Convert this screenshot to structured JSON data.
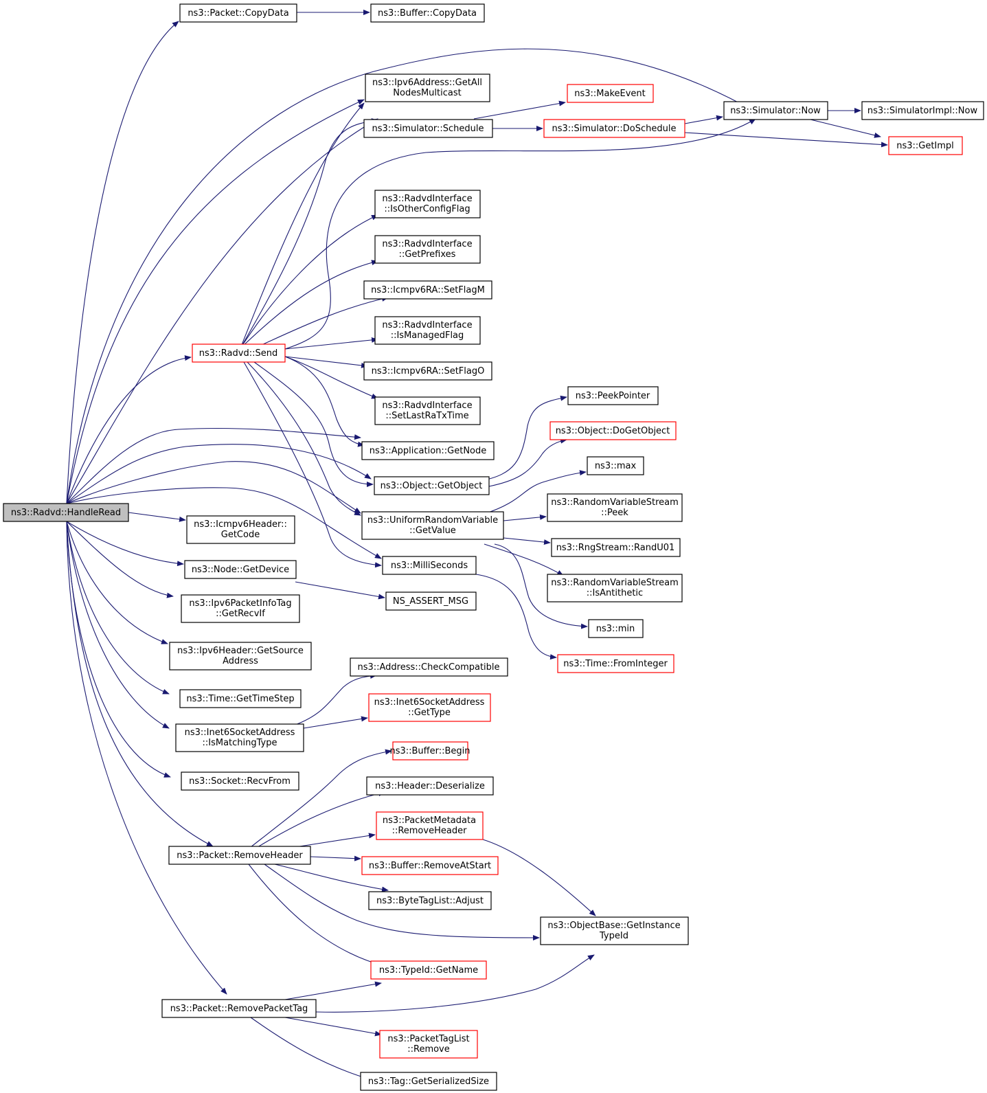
{
  "colors": {
    "edge": "#191970",
    "node_border": "#000000",
    "node_border_truncated": "#ff0000",
    "node_fill": "#ffffff",
    "root_fill": "#bfbfbf"
  },
  "nodes": [
    {
      "id": "handleRead",
      "lines": [
        "ns3::Radvd::HandleRead"
      ],
      "root": true
    },
    {
      "id": "copyData",
      "lines": [
        "ns3::Packet::CopyData"
      ]
    },
    {
      "id": "bufCopyData",
      "lines": [
        "ns3::Buffer::CopyData"
      ]
    },
    {
      "id": "getAllNodes",
      "lines": [
        "ns3::Ipv6Address::GetAll",
        "NodesMulticast"
      ]
    },
    {
      "id": "makeEvent",
      "lines": [
        "ns3::MakeEvent"
      ],
      "truncated": true
    },
    {
      "id": "schedule",
      "lines": [
        "ns3::Simulator::Schedule"
      ]
    },
    {
      "id": "doSchedule",
      "lines": [
        "ns3::Simulator::DoSchedule"
      ],
      "truncated": true
    },
    {
      "id": "simNow",
      "lines": [
        "ns3::Simulator::Now"
      ]
    },
    {
      "id": "implNow",
      "lines": [
        "ns3::SimulatorImpl::Now"
      ]
    },
    {
      "id": "getImpl",
      "lines": [
        "ns3::GetImpl"
      ],
      "truncated": true
    },
    {
      "id": "isOther",
      "lines": [
        "ns3::RadvdInterface",
        "::IsOtherConfigFlag"
      ]
    },
    {
      "id": "getPrefixes",
      "lines": [
        "ns3::RadvdInterface",
        "::GetPrefixes"
      ]
    },
    {
      "id": "setFlagM",
      "lines": [
        "ns3::Icmpv6RA::SetFlagM"
      ]
    },
    {
      "id": "isManaged",
      "lines": [
        "ns3::RadvdInterface",
        "::IsManagedFlag"
      ]
    },
    {
      "id": "send",
      "lines": [
        "ns3::Radvd::Send"
      ],
      "truncated": true
    },
    {
      "id": "setFlagO",
      "lines": [
        "ns3::Icmpv6RA::SetFlagO"
      ]
    },
    {
      "id": "setLastRa",
      "lines": [
        "ns3::RadvdInterface",
        "::SetLastRaTxTime"
      ]
    },
    {
      "id": "peekPointer",
      "lines": [
        "ns3::PeekPointer"
      ]
    },
    {
      "id": "doGetObject",
      "lines": [
        "ns3::Object::DoGetObject"
      ],
      "truncated": true
    },
    {
      "id": "appGetNode",
      "lines": [
        "ns3::Application::GetNode"
      ]
    },
    {
      "id": "max",
      "lines": [
        "ns3::max"
      ]
    },
    {
      "id": "getObject",
      "lines": [
        "ns3::Object::GetObject"
      ]
    },
    {
      "id": "rvsPeek",
      "lines": [
        "ns3::RandomVariableStream",
        "::Peek"
      ]
    },
    {
      "id": "urvGetValue",
      "lines": [
        "ns3::UniformRandomVariable",
        "::GetValue"
      ]
    },
    {
      "id": "icmpGetCode",
      "lines": [
        "ns3::Icmpv6Header::",
        "GetCode"
      ]
    },
    {
      "id": "randU01",
      "lines": [
        "ns3::RngStream::RandU01"
      ]
    },
    {
      "id": "milliSeconds",
      "lines": [
        "ns3::MilliSeconds"
      ]
    },
    {
      "id": "nodeGetDevice",
      "lines": [
        "ns3::Node::GetDevice"
      ]
    },
    {
      "id": "isAntithetic",
      "lines": [
        "ns3::RandomVariableStream",
        "::IsAntithetic"
      ]
    },
    {
      "id": "nsAssert",
      "lines": [
        "NS_ASSERT_MSG"
      ]
    },
    {
      "id": "getRecvIf",
      "lines": [
        "ns3::Ipv6PacketInfoTag",
        "::GetRecvIf"
      ]
    },
    {
      "id": "min",
      "lines": [
        "ns3::min"
      ]
    },
    {
      "id": "getSourceAddr",
      "lines": [
        "ns3::Ipv6Header::GetSource",
        "Address"
      ]
    },
    {
      "id": "fromInteger",
      "lines": [
        "ns3::Time::FromInteger"
      ],
      "truncated": true
    },
    {
      "id": "checkCompat",
      "lines": [
        "ns3::Address::CheckCompatible"
      ]
    },
    {
      "id": "getTimeStep",
      "lines": [
        "ns3::Time::GetTimeStep"
      ]
    },
    {
      "id": "inet6GetType",
      "lines": [
        "ns3::Inet6SocketAddress",
        "::GetType"
      ],
      "truncated": true
    },
    {
      "id": "isMatching",
      "lines": [
        "ns3::Inet6SocketAddress",
        "::IsMatchingType"
      ]
    },
    {
      "id": "bufBegin",
      "lines": [
        "ns3::Buffer::Begin"
      ],
      "truncated": true
    },
    {
      "id": "recvFrom",
      "lines": [
        "ns3::Socket::RecvFrom"
      ]
    },
    {
      "id": "hdrDeserialize",
      "lines": [
        "ns3::Header::Deserialize"
      ]
    },
    {
      "id": "pmRemoveHeader",
      "lines": [
        "ns3::PacketMetadata",
        "::RemoveHeader"
      ],
      "truncated": true
    },
    {
      "id": "removeHeader",
      "lines": [
        "ns3::Packet::RemoveHeader"
      ]
    },
    {
      "id": "removeAtStart",
      "lines": [
        "ns3::Buffer::RemoveAtStart"
      ],
      "truncated": true
    },
    {
      "id": "btlAdjust",
      "lines": [
        "ns3::ByteTagList::Adjust"
      ]
    },
    {
      "id": "getInstanceTypeId",
      "lines": [
        "ns3::ObjectBase::GetInstance",
        "TypeId"
      ]
    },
    {
      "id": "typeIdGetName",
      "lines": [
        "ns3::TypeId::GetName"
      ],
      "truncated": true
    },
    {
      "id": "removePacketTag",
      "lines": [
        "ns3::Packet::RemovePacketTag"
      ]
    },
    {
      "id": "ptlRemove",
      "lines": [
        "ns3::PacketTagList",
        "::Remove"
      ],
      "truncated": true
    },
    {
      "id": "tagSerSize",
      "lines": [
        "ns3::Tag::GetSerializedSize"
      ]
    }
  ]
}
